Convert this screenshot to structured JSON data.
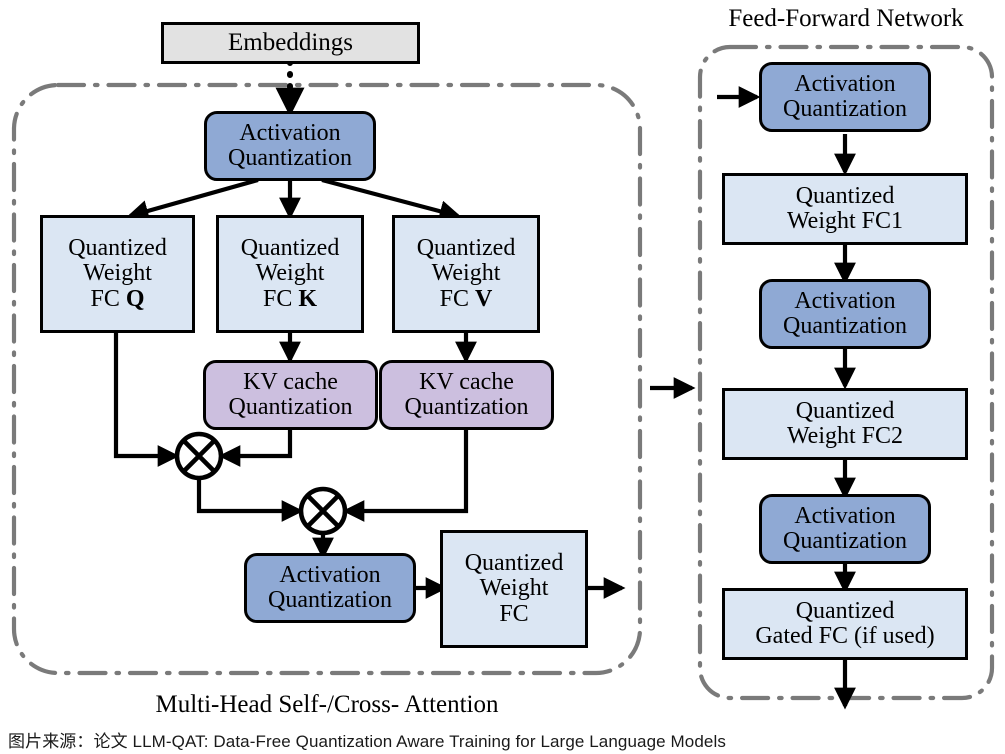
{
  "figure": {
    "title_right_panel": "Feed-Forward Network",
    "title_left_panel": "Multi-Head Self-/Cross- Attention",
    "caption": "图片来源：论文 LLM-QAT: Data-Free Quantization Aware Training for Large Language Models"
  },
  "colors": {
    "embeddings_fill": "#e2e2e2",
    "activation_fill": "#8fa9d4",
    "weight_fc_fill": "#dbe6f3",
    "kv_cache_fill": "#ccbfdf",
    "stroke": "#000000",
    "panel_border": "#7a7a7a",
    "background": "#ffffff"
  },
  "attention_panel": {
    "label": "Multi-Head Self-/Cross- Attention",
    "embeddings": {
      "line1": "Embeddings"
    },
    "activation_quant_top": {
      "line1": "Activation",
      "line2": "Quantization"
    },
    "weight_fc_q": {
      "line1": "Quantized",
      "line2": "Weight",
      "line3": "FC ",
      "line3_bold": "Q"
    },
    "weight_fc_k": {
      "line1": "Quantized",
      "line2": "Weight",
      "line3": "FC ",
      "line3_bold": "K"
    },
    "weight_fc_v": {
      "line1": "Quantized",
      "line2": "Weight",
      "line3": "FC ",
      "line3_bold": "V"
    },
    "kv_cache_k": {
      "line1": "KV cache",
      "line2": "Quantization"
    },
    "kv_cache_v": {
      "line1": "KV cache",
      "line2": "Quantization"
    },
    "matmul_1": {
      "symbol": "⊗"
    },
    "matmul_2": {
      "symbol": "⊗"
    },
    "activation_quant_out": {
      "line1": "Activation",
      "line2": "Quantization"
    },
    "weight_fc_out": {
      "line1": "Quantized",
      "line2": "Weight",
      "line3": "FC"
    }
  },
  "ffn_panel": {
    "label": "Feed-Forward Network",
    "activation_quant_1": {
      "line1": "Activation",
      "line2": "Quantization"
    },
    "weight_fc1": {
      "line1": "Quantized",
      "line2": "Weight FC1"
    },
    "activation_quant_2": {
      "line1": "Activation",
      "line2": "Quantization"
    },
    "weight_fc2": {
      "line1": "Quantized",
      "line2": "Weight FC2"
    },
    "activation_quant_3": {
      "line1": "Activation",
      "line2": "Quantization"
    },
    "gated_fc": {
      "line1": "Quantized",
      "line2": "Gated FC (if used)"
    }
  },
  "chart_data": {
    "type": "diagram",
    "title": "LLM-QAT quantized transformer block",
    "nodes": [
      {
        "id": "embeddings",
        "label": "Embeddings",
        "kind": "input",
        "fill": "#e2e2e2",
        "panel": "attention"
      },
      {
        "id": "act_top",
        "label": "Activation Quantization",
        "kind": "activation-quant",
        "fill": "#8fa9d4",
        "panel": "attention"
      },
      {
        "id": "wfc_q",
        "label": "Quantized Weight FC Q",
        "kind": "weight-fc",
        "fill": "#dbe6f3",
        "panel": "attention"
      },
      {
        "id": "wfc_k",
        "label": "Quantized Weight FC K",
        "kind": "weight-fc",
        "fill": "#dbe6f3",
        "panel": "attention"
      },
      {
        "id": "wfc_v",
        "label": "Quantized Weight FC V",
        "kind": "weight-fc",
        "fill": "#dbe6f3",
        "panel": "attention"
      },
      {
        "id": "kv_k",
        "label": "KV cache Quantization",
        "kind": "kv-cache-quant",
        "fill": "#ccbfdf",
        "panel": "attention"
      },
      {
        "id": "kv_v",
        "label": "KV cache Quantization",
        "kind": "kv-cache-quant",
        "fill": "#ccbfdf",
        "panel": "attention"
      },
      {
        "id": "mm1",
        "label": "⊗",
        "kind": "matmul",
        "fill": "#ffffff",
        "panel": "attention"
      },
      {
        "id": "mm2",
        "label": "⊗",
        "kind": "matmul",
        "fill": "#ffffff",
        "panel": "attention"
      },
      {
        "id": "act_out",
        "label": "Activation Quantization",
        "kind": "activation-quant",
        "fill": "#8fa9d4",
        "panel": "attention"
      },
      {
        "id": "wfc_out",
        "label": "Quantized Weight FC",
        "kind": "weight-fc",
        "fill": "#dbe6f3",
        "panel": "attention"
      },
      {
        "id": "ffn_act1",
        "label": "Activation Quantization",
        "kind": "activation-quant",
        "fill": "#8fa9d4",
        "panel": "ffn"
      },
      {
        "id": "ffn_fc1",
        "label": "Quantized Weight FC1",
        "kind": "weight-fc",
        "fill": "#dbe6f3",
        "panel": "ffn"
      },
      {
        "id": "ffn_act2",
        "label": "Activation Quantization",
        "kind": "activation-quant",
        "fill": "#8fa9d4",
        "panel": "ffn"
      },
      {
        "id": "ffn_fc2",
        "label": "Quantized Weight FC2",
        "kind": "weight-fc",
        "fill": "#dbe6f3",
        "panel": "ffn"
      },
      {
        "id": "ffn_act3",
        "label": "Activation Quantization",
        "kind": "activation-quant",
        "fill": "#8fa9d4",
        "panel": "ffn"
      },
      {
        "id": "ffn_gated",
        "label": "Quantized Gated FC (if used)",
        "kind": "weight-fc",
        "fill": "#dbe6f3",
        "panel": "ffn"
      }
    ],
    "edges": [
      {
        "from": "embeddings",
        "to": "act_top",
        "style": "dotted"
      },
      {
        "from": "act_top",
        "to": "wfc_q",
        "style": "solid"
      },
      {
        "from": "act_top",
        "to": "wfc_k",
        "style": "solid"
      },
      {
        "from": "act_top",
        "to": "wfc_v",
        "style": "solid"
      },
      {
        "from": "wfc_k",
        "to": "kv_k",
        "style": "solid"
      },
      {
        "from": "wfc_v",
        "to": "kv_v",
        "style": "solid"
      },
      {
        "from": "wfc_q",
        "to": "mm1",
        "style": "solid"
      },
      {
        "from": "kv_k",
        "to": "mm1",
        "style": "solid"
      },
      {
        "from": "mm1",
        "to": "mm2",
        "style": "solid"
      },
      {
        "from": "kv_v",
        "to": "mm2",
        "style": "solid"
      },
      {
        "from": "mm2",
        "to": "act_out",
        "style": "solid"
      },
      {
        "from": "act_out",
        "to": "wfc_out",
        "style": "solid"
      },
      {
        "from": "wfc_out",
        "to": "attention_panel_exit",
        "style": "solid"
      },
      {
        "from": "attention_panel",
        "to": "ffn_act1",
        "style": "solid"
      },
      {
        "from": "ffn_act1",
        "to": "ffn_fc1",
        "style": "solid"
      },
      {
        "from": "ffn_fc1",
        "to": "ffn_act2",
        "style": "solid"
      },
      {
        "from": "ffn_act2",
        "to": "ffn_fc2",
        "style": "solid"
      },
      {
        "from": "ffn_fc2",
        "to": "ffn_act3",
        "style": "solid"
      },
      {
        "from": "ffn_act3",
        "to": "ffn_gated",
        "style": "solid"
      },
      {
        "from": "ffn_gated",
        "to": "ffn_exit",
        "style": "solid"
      }
    ],
    "groups": [
      {
        "id": "attention",
        "label": "Multi-Head Self-/Cross- Attention",
        "border": "dash-dot"
      },
      {
        "id": "ffn",
        "label": "Feed-Forward Network",
        "border": "dash-dot"
      }
    ]
  }
}
